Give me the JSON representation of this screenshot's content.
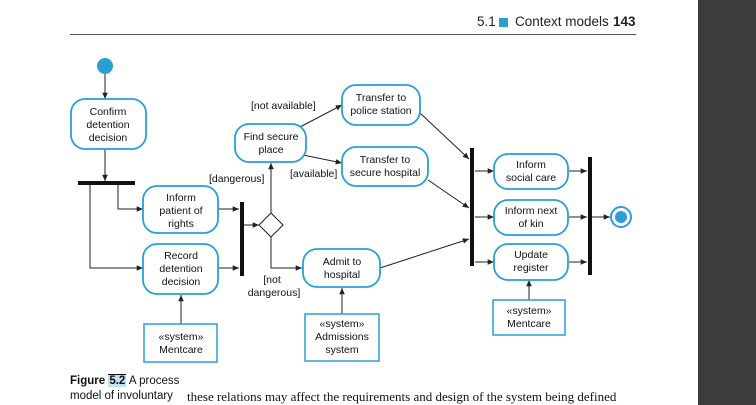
{
  "header": {
    "section": "5.1",
    "title": "Context models",
    "page": "143"
  },
  "diagram": {
    "nodes": {
      "confirm": [
        "Confirm",
        "detention",
        "decision"
      ],
      "inform_rights": [
        "Inform",
        "patient of",
        "rights"
      ],
      "record": [
        "Record",
        "detention",
        "decision"
      ],
      "find_place": [
        "Find secure",
        "place"
      ],
      "transfer_police": [
        "Transfer to",
        "police station"
      ],
      "transfer_hospital": [
        "Transfer to",
        "secure hospital"
      ],
      "admit": [
        "Admit to",
        "hospital"
      ],
      "inform_social": [
        "Inform",
        "social care"
      ],
      "inform_kin": [
        "Inform next",
        "of kin"
      ],
      "update": [
        "Update",
        "register"
      ]
    },
    "systems": {
      "mentcare_left": [
        "«system»",
        "Mentcare"
      ],
      "admissions": [
        "«system»",
        "Admissions",
        "system"
      ],
      "mentcare_right": [
        "«system»",
        "Mentcare"
      ]
    },
    "guards": {
      "not_available": "[not available]",
      "available": "[available]",
      "dangerous": "[dangerous]",
      "not_dangerous": [
        "[not",
        "dangerous]"
      ]
    }
  },
  "caption": {
    "label": "Figure",
    "number": "5.2",
    "line1": "A process",
    "line2": "model of involuntary"
  },
  "body_text": "these relations may affect the requirements and design of the system being defined",
  "colors": {
    "accent": "#2a9fd6",
    "margin_bar": "#3c3c3c"
  }
}
